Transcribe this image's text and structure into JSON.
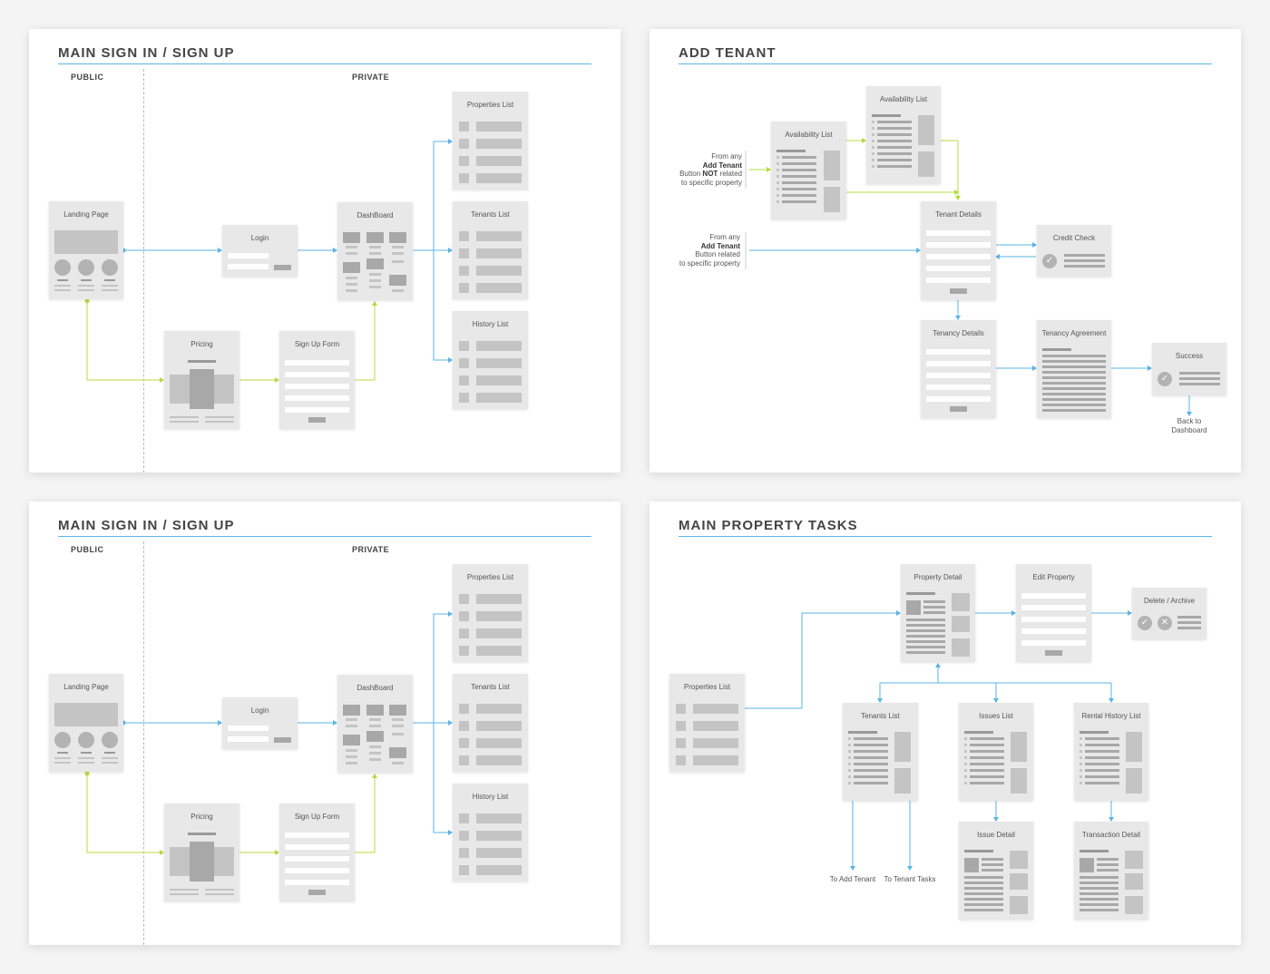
{
  "panels": {
    "signin_top": {
      "title": "MAIN SIGN IN / SIGN UP",
      "public_label": "PUBLIC",
      "private_label": "PRIVATE",
      "screens": {
        "landing": "Landing Page",
        "login": "Login",
        "dashboard": "DashBoard",
        "pricing": "Pricing",
        "signup": "Sign Up Form",
        "properties": "Properties List",
        "tenants": "Tenants List",
        "history": "History List"
      }
    },
    "signin_bottom": {
      "title": "MAIN SIGN IN / SIGN UP",
      "public_label": "PUBLIC",
      "private_label": "PRIVATE",
      "screens": {
        "landing": "Landing Page",
        "login": "Login",
        "dashboard": "DashBoard",
        "pricing": "Pricing",
        "signup": "Sign Up Form",
        "properties": "Properties List",
        "tenants": "Tenants List",
        "history": "History List"
      }
    },
    "add_tenant": {
      "title": "ADD TENANT",
      "screens": {
        "availability_a": "Availability List",
        "availability_b": "Availability List",
        "tenant_details": "Tenant Details",
        "credit_check": "Credit Check",
        "tenancy_details": "Tenancy Details",
        "tenancy_agreement": "Tenancy Agreement",
        "success": "Success"
      },
      "note_not_related": {
        "line1": "From any",
        "line2": "Add Tenant",
        "line3a": "Button ",
        "line3b": "NOT",
        "line3c": " related",
        "line4": "to specific property"
      },
      "note_related": {
        "line1": "From any",
        "line2": "Add Tenant",
        "line3": "Button related",
        "line4": "to specific property"
      },
      "back_to_dashboard_1": "Back to",
      "back_to_dashboard_2": "Dashboard"
    },
    "property_tasks": {
      "title": "MAIN PROPERTY TASKS",
      "screens": {
        "properties": "Properties List",
        "property_detail": "Property Detail",
        "edit_property": "Edit Property",
        "delete_archive": "Delete / Archive",
        "tenants_list": "Tenants List",
        "issues_list": "Issues List",
        "rental_history": "Rental History List",
        "issue_detail": "Issue Detail",
        "transaction_detail": "Transaction Detail"
      },
      "to_add_tenant": "To Add Tenant",
      "to_tenant_tasks": "To Tenant Tasks"
    }
  },
  "colors": {
    "primary_flow": "#5ab4e5",
    "secondary_flow": "#b4dc3c",
    "wireframe_bg": "#e8e8e8",
    "wireframe_bar": "#c4c4c4"
  }
}
